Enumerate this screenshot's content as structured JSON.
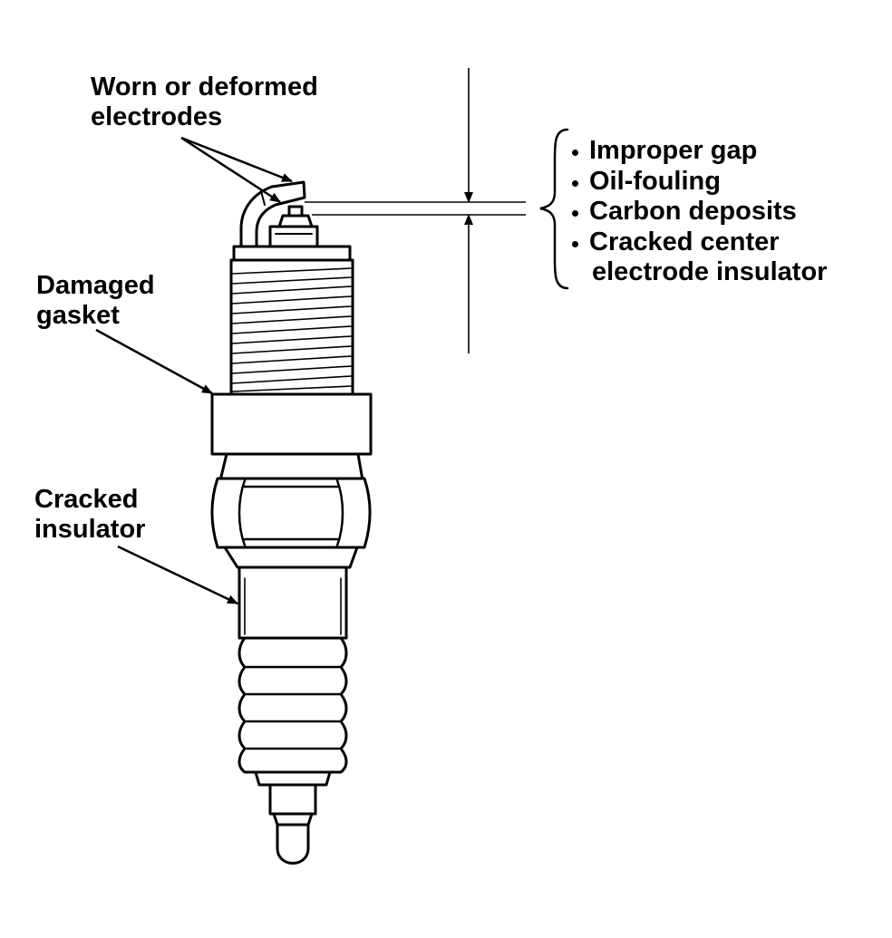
{
  "labels": {
    "electrodes": [
      "Worn or deformed",
      "electrodes"
    ],
    "gasket": [
      "Damaged",
      "gasket"
    ],
    "insulator": [
      "Cracked",
      "insulator"
    ]
  },
  "gap_causes": {
    "items": [
      "Improper gap",
      "Oil-fouling",
      "Carbon deposits",
      "Cracked center"
    ],
    "continuation": "electrode insulator"
  },
  "colors": {
    "ink": "#000000",
    "paper": "#ffffff"
  }
}
